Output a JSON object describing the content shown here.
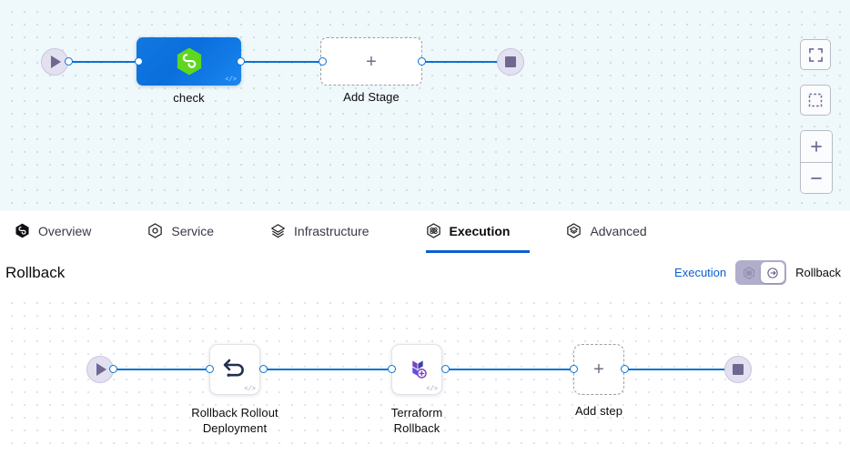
{
  "stage_canvas": {
    "start_node": {
      "icon": "play-icon"
    },
    "end_node": {
      "icon": "stop-icon"
    },
    "nodes": [
      {
        "id": "check",
        "label": "check",
        "icon": "harness-hexagon-icon",
        "badge": "</>"
      }
    ],
    "add_stage": {
      "label": "Add Stage",
      "icon": "plus-icon"
    },
    "controls": [
      {
        "name": "fit-to-screen-button",
        "icon": "fullscreen-icon"
      },
      {
        "name": "selection-box-button",
        "icon": "dashed-square-icon"
      },
      {
        "name": "zoom-in-button",
        "icon": "plus-icon"
      },
      {
        "name": "zoom-out-button",
        "icon": "minus-icon"
      }
    ]
  },
  "tabs": [
    {
      "label": "Overview",
      "icon": "harness-hexagon-icon",
      "active": false
    },
    {
      "label": "Service",
      "icon": "service-hexagon-icon",
      "active": false
    },
    {
      "label": "Infrastructure",
      "icon": "layers-icon",
      "active": false
    },
    {
      "label": "Execution",
      "icon": "execution-atom-icon",
      "active": true
    },
    {
      "label": "Advanced",
      "icon": "advanced-layers-icon",
      "active": false
    }
  ],
  "rollback_header": {
    "title": "Rollback",
    "toggle": {
      "left_label": "Execution",
      "right_label": "Rollback",
      "left_icon": "execution-atom-icon",
      "right_icon": "rollback-arrow-icon",
      "selected": "Rollback"
    }
  },
  "rollback_canvas": {
    "start_node": {
      "icon": "play-icon"
    },
    "end_node": {
      "icon": "stop-icon"
    },
    "steps": [
      {
        "id": "rollback-rollout-deployment",
        "label_line1": "Rollback Rollout",
        "label_line2": "Deployment",
        "icon": "undo-arrow-icon",
        "badge": "</>"
      },
      {
        "id": "terraform-rollback",
        "label_line1": "Terraform",
        "label_line2": "Rollback",
        "icon": "terraform-icon",
        "badge": "</>"
      }
    ],
    "add_step": {
      "label": "Add step",
      "icon": "plus-icon"
    }
  },
  "colors": {
    "edge_blue": "#0b72d4",
    "accent_blue": "#0b5fd0",
    "stage_node_blue": "#0a6fdc",
    "harness_green": "#57d317",
    "terminal_lavender": "#e3e0f0",
    "terminal_glyph": "#6e6893",
    "toggle_track": "#b0aecb",
    "terraform_purple": "#7b42bc",
    "canvas_top_bg": "#eff8fa",
    "canvas_bottom_bg": "#ffffff"
  }
}
